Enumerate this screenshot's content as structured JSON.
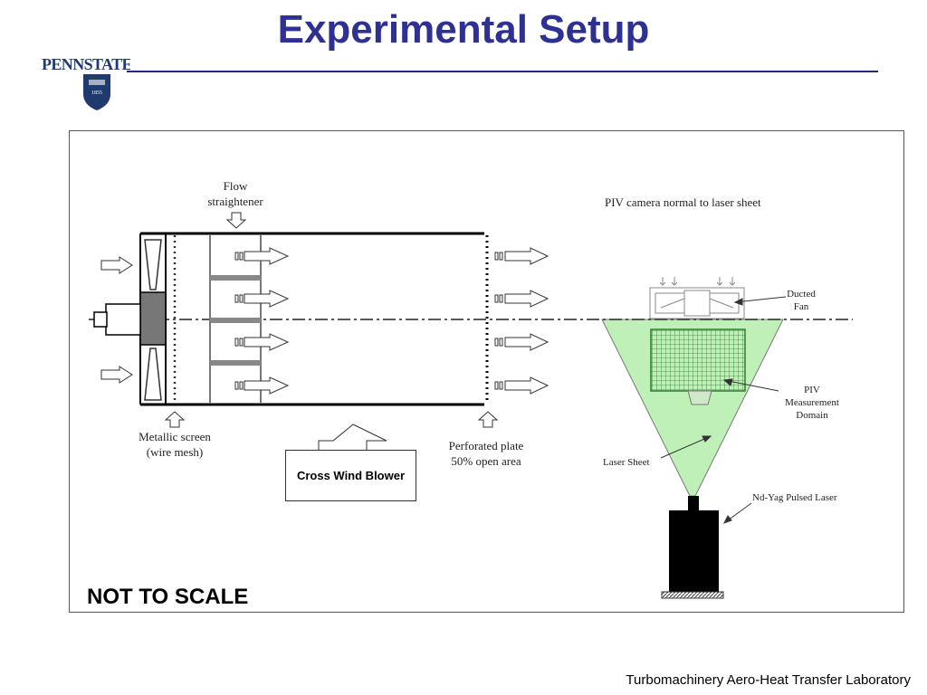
{
  "title": "Experimental Setup",
  "logo": {
    "name": "PENNSTATE",
    "year": "1855"
  },
  "labels": {
    "flow_straightener_line1": "Flow",
    "flow_straightener_line2": "straightener",
    "piv_camera": "PIV  camera normal to laser sheet",
    "ducted_fan_line1": "Ducted",
    "ducted_fan_line2": "Fan",
    "piv_domain_line1": "PIV",
    "piv_domain_line2": "Measurement",
    "piv_domain_line3": "Domain",
    "laser_sheet": "Laser Sheet",
    "laser": "Nd-Yag  Pulsed Laser",
    "metallic_screen_line1": "Metallic screen",
    "metallic_screen_line2": "(wire mesh)",
    "perforated_line1": "Perforated plate",
    "perforated_line2": "50% open area",
    "blower": "Cross Wind Blower"
  },
  "note": "NOT TO SCALE",
  "footer": "Turbomachinery Aero-Heat Transfer Laboratory",
  "colors": {
    "title": "#2e3192",
    "laser_sheet": "#bff0b8",
    "grid": "#2e7d32"
  }
}
